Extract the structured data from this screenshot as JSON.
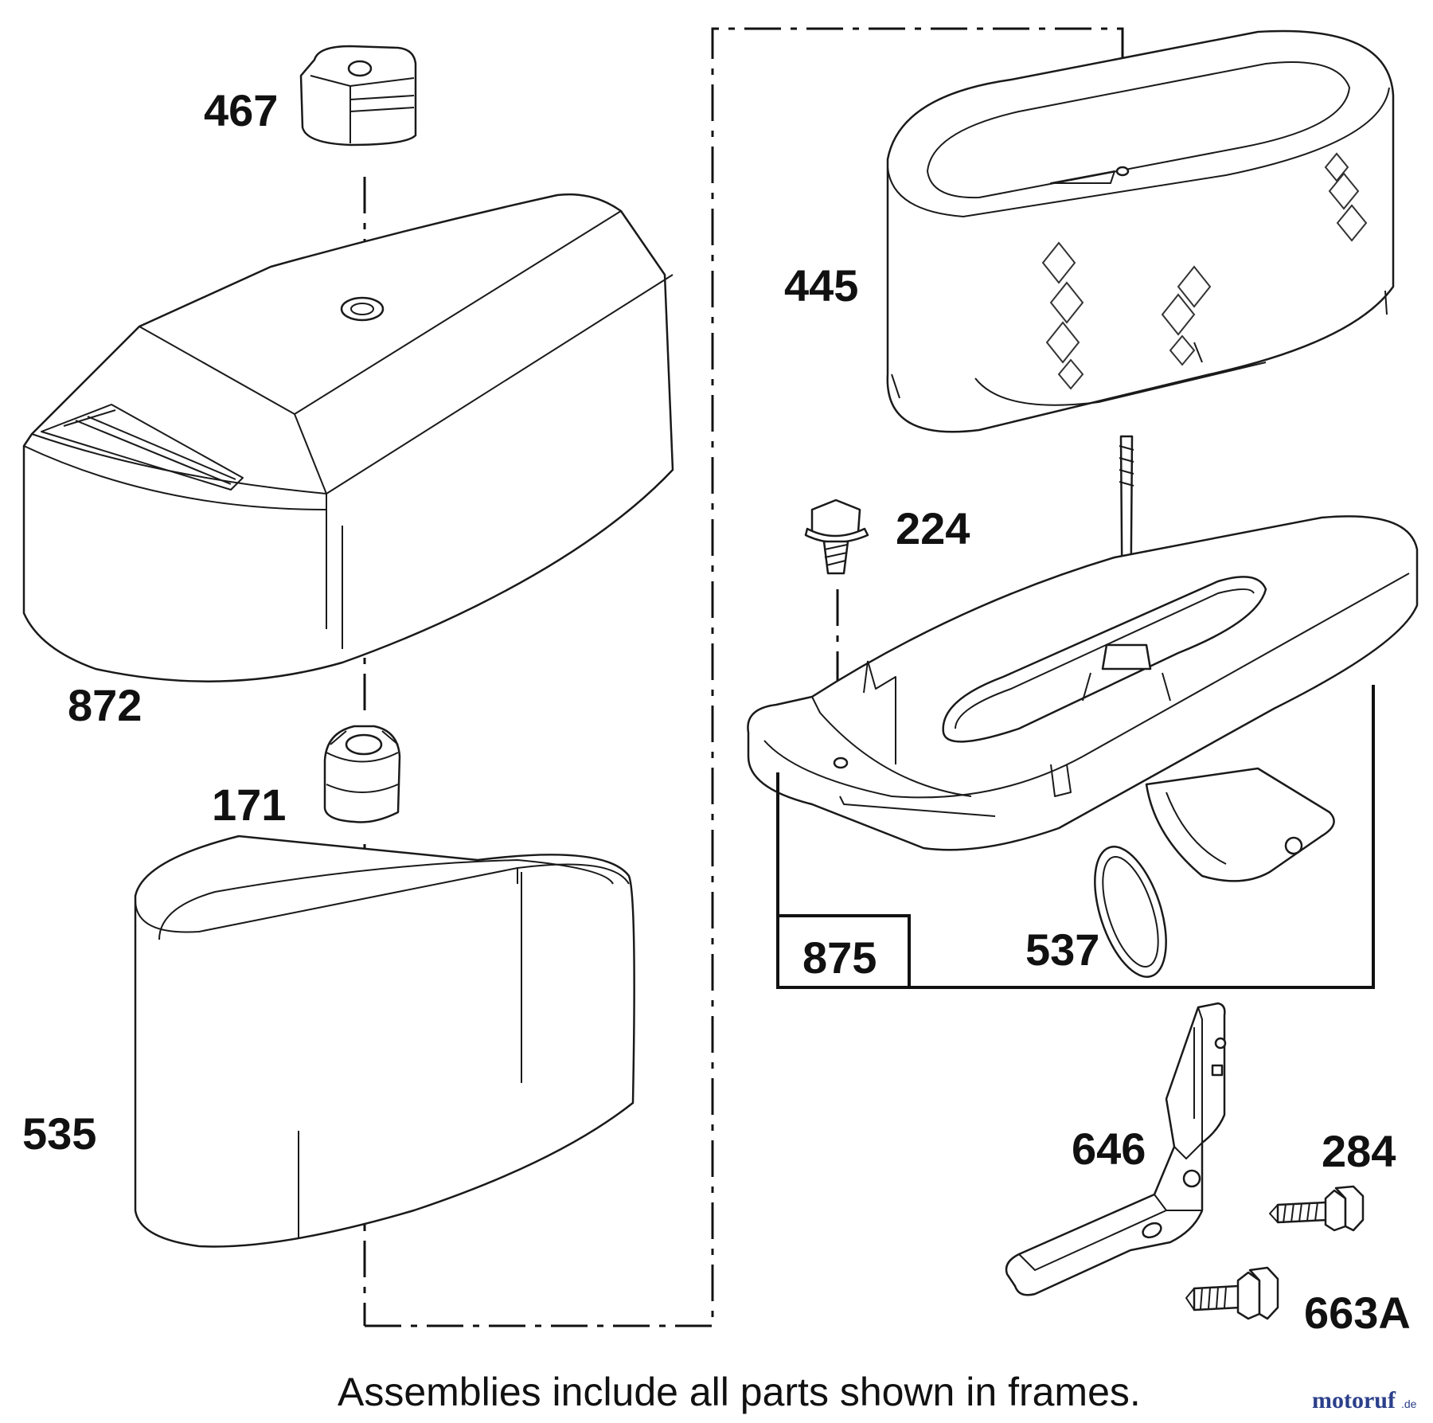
{
  "parts": {
    "p467": "467",
    "p445": "445",
    "p224": "224",
    "p872": "872",
    "p171": "171",
    "p875": "875",
    "p537": "537",
    "p535": "535",
    "p646": "646",
    "p284": "284",
    "p663a": "663A"
  },
  "footnote": "Assemblies include all parts shown in frames.",
  "watermark": {
    "brand": "motoruf",
    "suffix": ".de",
    "color": "#2b3f8a"
  },
  "icons": [
    "air-filter-cover",
    "knob",
    "grommet",
    "pre-cleaner",
    "filter-cartridge",
    "base-assembly",
    "bracket",
    "screw",
    "seal"
  ]
}
